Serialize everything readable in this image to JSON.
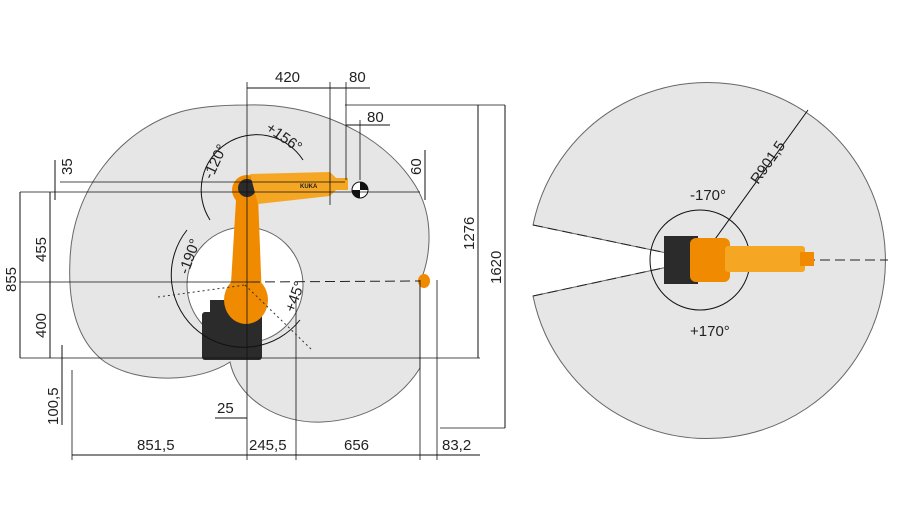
{
  "side_view": {
    "dims_top": [
      "420",
      "80",
      "80"
    ],
    "dims_left": [
      "35",
      "455",
      "855",
      "400",
      "100,5"
    ],
    "dims_right": [
      "60",
      "1276",
      "1620"
    ],
    "dims_bottom": [
      "851,5",
      "245,5",
      "656",
      "83,2",
      "25"
    ],
    "angles": [
      "+156°",
      "-120°",
      "-190°",
      "+45°"
    ],
    "logo": "KUKA"
  },
  "top_view": {
    "radius": "R901,5",
    "angles": [
      "-170°",
      "+170°"
    ]
  },
  "colors": {
    "robot_orange": "#f08a00",
    "envelope_fill": "#e6e6e6",
    "robot_dark": "#2b2b2b"
  }
}
